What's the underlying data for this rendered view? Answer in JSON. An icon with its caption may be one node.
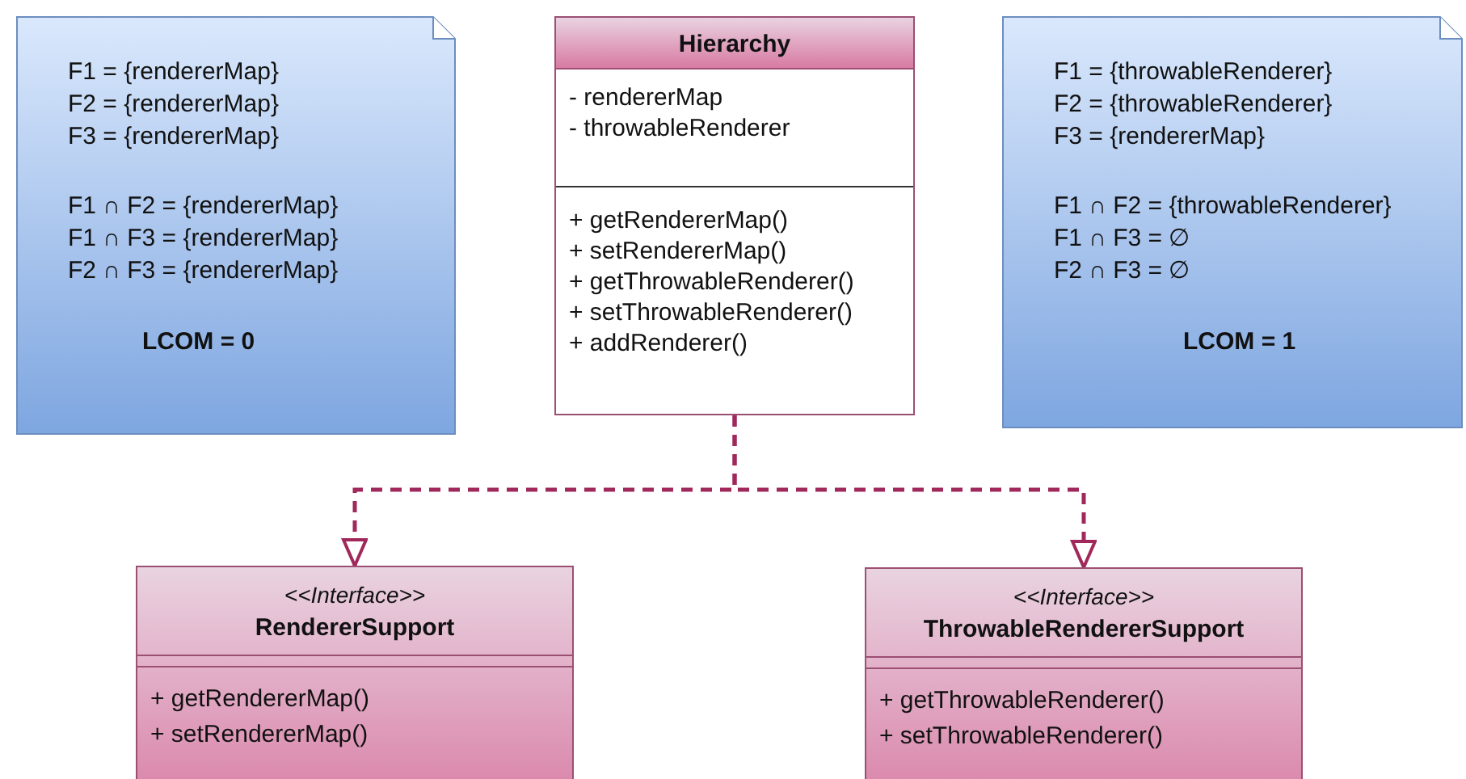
{
  "diagram": {
    "nodes": [
      {
        "text": [
          "F1 = {rendererMap}",
          "F2 = {rendererMap}",
          "F3 = {rendererMap}",
          "F1 ∩ F2 = {rendererMap}",
          "F1 ∩ F3 = {rendererMap}",
          "F2 ∩ F3 = {rendererMap}",
          "LCOM = 0"
        ]
      },
      {
        "text": [
          "Hierarchy",
          "- rendererMap",
          "- throwableRenderer",
          "+ getRendererMap()",
          "+ setRendererMap()",
          "+ getThrowableRenderer()",
          "+ setThrowableRenderer()",
          "+ addRenderer()"
        ]
      },
      {
        "text": [
          "F1 = {throwableRenderer}",
          "F2 = {throwableRenderer}",
          "F3 = {rendererMap}",
          "F1 ∩ F2 = {throwableRenderer}",
          "F1 ∩ F3 = ∅",
          "F2 ∩ F3 = ∅",
          "LCOM = 1"
        ]
      },
      {
        "text": [
          "<<Interface>>",
          "RendererSupport",
          "+ getRendererMap()",
          "+ setRendererMap()"
        ]
      },
      {
        "text": [
          "<<Interface>>",
          "ThrowableRendererSupport",
          "+ getThrowableRenderer()",
          "+ setThrowableRenderer()"
        ]
      }
    ],
    "edges": [
      {
        "from": 1,
        "to": 3,
        "arrow": "to",
        "style": "dashed"
      },
      {
        "from": 1,
        "to": 4,
        "arrow": "to",
        "style": "dashed"
      }
    ]
  }
}
